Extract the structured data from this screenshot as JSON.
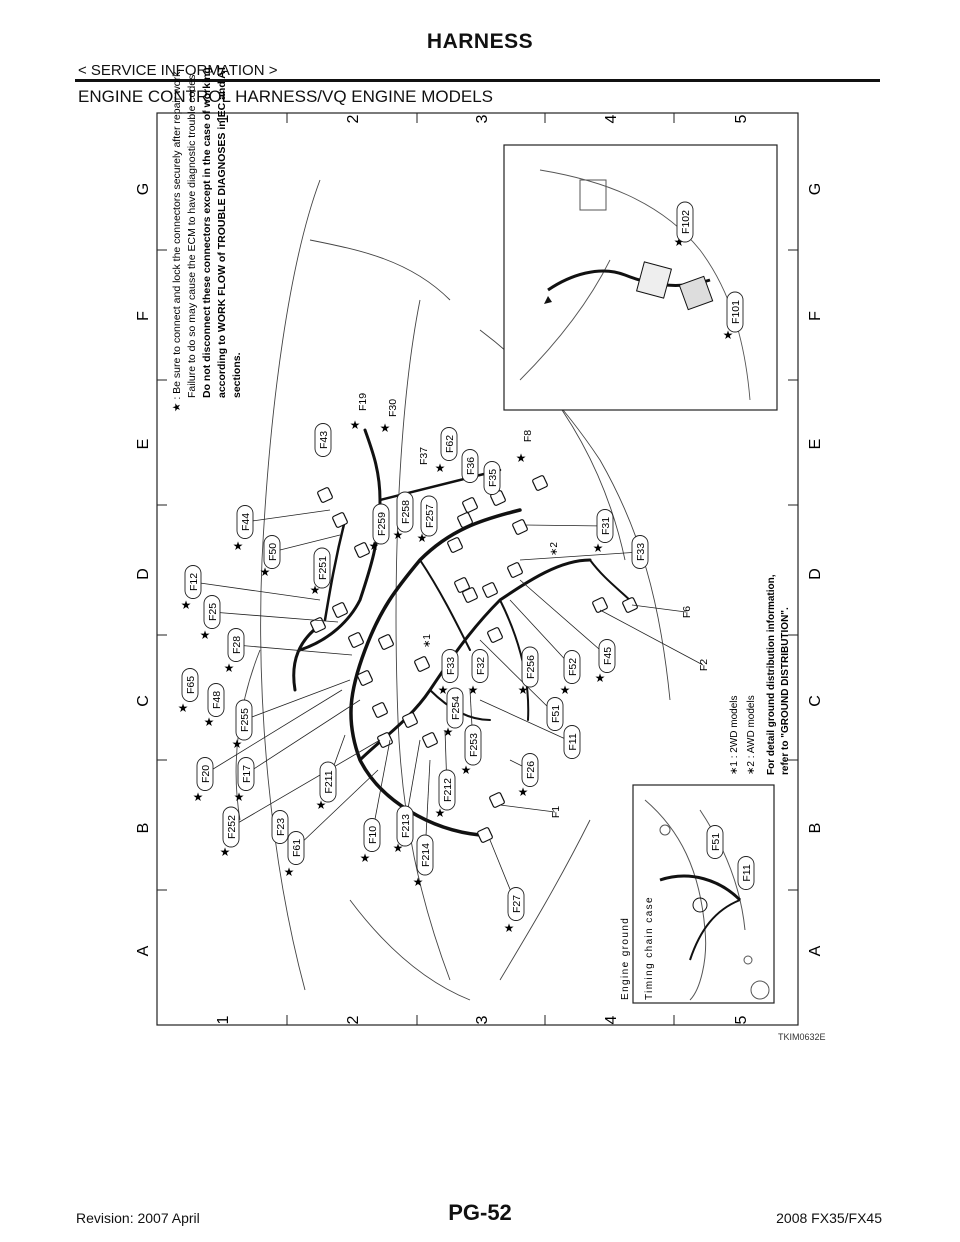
{
  "header": {
    "title": "HARNESS",
    "subtitle": "< SERVICE INFORMATION >",
    "section": "ENGINE CONTROL HARNESS/VQ ENGINE MODELS"
  },
  "grid": {
    "letters": [
      "A",
      "B",
      "C",
      "D",
      "E",
      "F",
      "G"
    ],
    "numbers": [
      "1",
      "2",
      "3",
      "4",
      "5"
    ]
  },
  "notes": {
    "lines": [
      "★ : Be sure to connect and lock the connectors securely after repair work.",
      "Failure to do so may cause the ECM to have diagnostic trouble codes.",
      "Do not disconnect these connectors except in the case of working",
      "according to WORK FLOW of TROUBLE DIAGNOSES in EC and AT",
      "sections."
    ],
    "models": [
      "∗1 : 2WD models",
      "∗2 : AWD models"
    ],
    "ground": [
      "For detail ground distribution information,",
      "refer to \"GROUND DISTRIBUTION\"."
    ]
  },
  "inset_labels": {
    "engine_ground": "Engine ground",
    "timing_chain_case": "Timing chain case"
  },
  "marks": {
    "star1": "∗1",
    "star2": "∗2"
  },
  "connectors": [
    "F102",
    "F101",
    "F19",
    "F30",
    "F43",
    "F62",
    "F37",
    "F36",
    "F35",
    "F8",
    "F44",
    "F31",
    "F50",
    "F259",
    "F258",
    "F257",
    "F12",
    "F251",
    "F33",
    "F25",
    "F6",
    "F28",
    "F65",
    "F48",
    "F255",
    "F33",
    "F32",
    "F256",
    "F52",
    "F45",
    "F2",
    "F20",
    "F17",
    "F211",
    "F254",
    "F51",
    "F11",
    "F252",
    "F23",
    "F253",
    "F212",
    "F61",
    "F10",
    "F213",
    "F26",
    "F1",
    "F214",
    "F27",
    "F51",
    "F11"
  ],
  "figure_id": "TKIM0632E",
  "footer": {
    "revision": "Revision: 2007 April",
    "page": "PG-52",
    "model": "2008 FX35/FX45"
  }
}
